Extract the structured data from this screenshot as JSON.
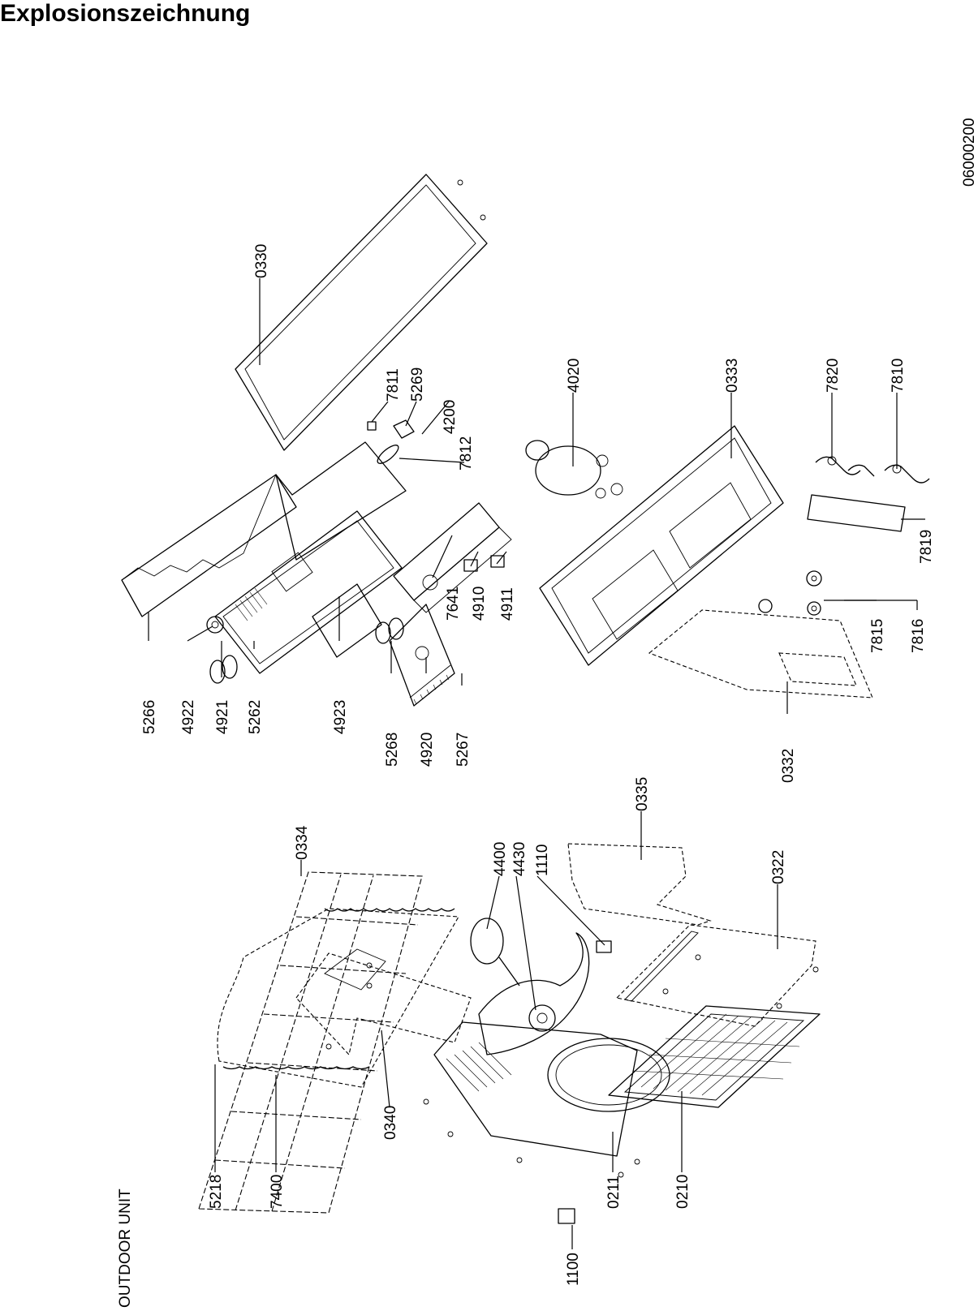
{
  "title": "Explosionszeichnung",
  "drawing_code": "06000200",
  "unit_label": "OUTDOOR UNIT",
  "part_numbers": {
    "p0330": "0330",
    "p5266": "5266",
    "p4922": "4922",
    "p4921": "4921",
    "p5262": "5262",
    "p4923": "4923",
    "p5268": "5268",
    "p4920": "4920",
    "p5267": "5267",
    "p7641": "7641",
    "p4910": "4910",
    "p4911": "4911",
    "p7811": "7811",
    "p5269": "5269",
    "p4200": "4200",
    "p7812": "7812",
    "p4020": "4020",
    "p0333": "0333",
    "p7820": "7820",
    "p7810": "7810",
    "p7819": "7819",
    "p7815": "7815",
    "p7816": "7816",
    "p0332": "0332",
    "p0334": "0334",
    "p4400": "4400",
    "p4430": "4430",
    "p1110": "1110",
    "p0335": "0335",
    "p0322": "0322",
    "p0340": "0340",
    "p5218": "5218",
    "p7400": "7400",
    "p0211": "0211",
    "p0210": "0210",
    "p1100": "1100"
  }
}
